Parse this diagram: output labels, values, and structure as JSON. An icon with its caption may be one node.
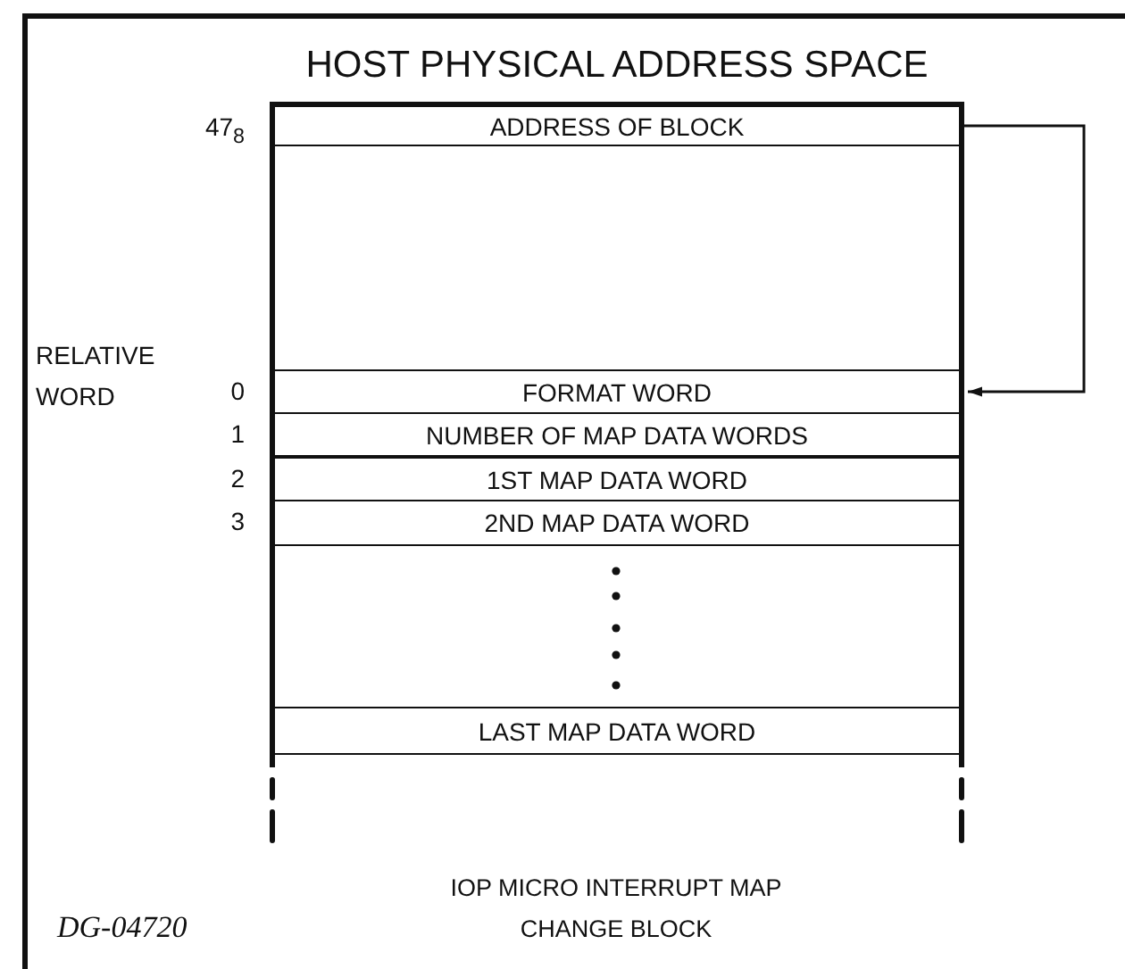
{
  "diagram": {
    "caption": "IOP MICRO INTERRUPT MAP CHANGE BLOCK",
    "nodes": [
      {
        "text": [
          "HOST PHYSICAL ADDRESS SPACE"
        ]
      },
      {
        "text": [
          "ADDRESS OF BLOCK"
        ],
        "in": 0,
        "beside": [
          "47$_{8}$"
        ]
      },
      {
        "text": [
          "FORMAT WORD"
        ],
        "in": 0,
        "beside": [
          "0"
        ]
      },
      {
        "text": [
          "NUMBER OF MAP DATA WORDS"
        ],
        "in": 0,
        "beside": [
          "1"
        ]
      },
      {
        "text": [
          "1ST MAP DATA WORD"
        ],
        "in": 0,
        "beside": [
          "2"
        ]
      },
      {
        "text": [
          "2ND MAP DATA WORD"
        ],
        "in": 0,
        "beside": [
          "3"
        ]
      },
      {
        "text": [
          "LAST MAP DATA WORD"
        ],
        "in": 0
      }
    ],
    "edges": [
      {
        "from": 1,
        "to": 2,
        "arrow": "to"
      }
    ],
    "labels": [
      "RELATIVE WORD",
      "DG-04720"
    ]
  }
}
